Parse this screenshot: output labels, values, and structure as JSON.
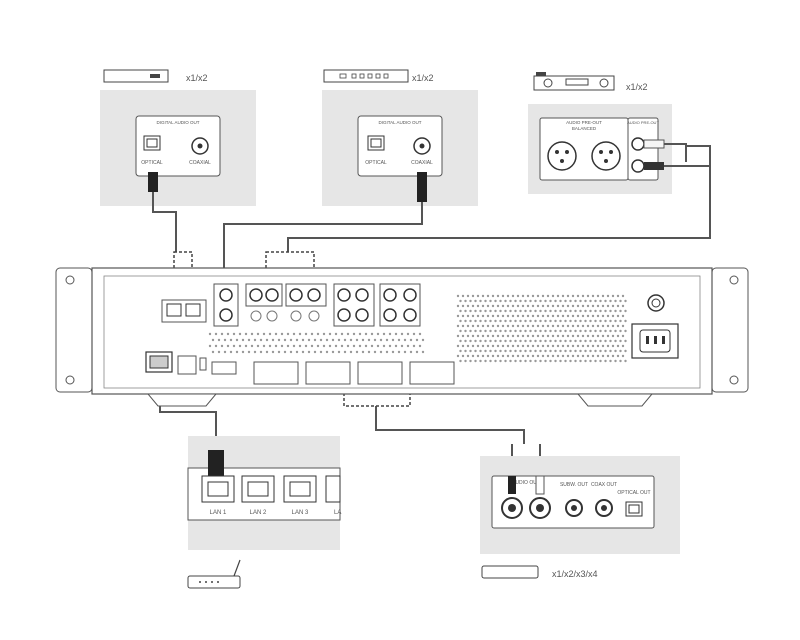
{
  "sources": {
    "source1": {
      "multiplier": "x1/x2",
      "panel_title": "DIGITAL AUDIO OUT",
      "port_optical": "OPTICAL",
      "port_coaxial": "COAXIAL"
    },
    "source2": {
      "multiplier": "x1/x2",
      "panel_title": "DIGITAL AUDIO OUT",
      "port_optical": "OPTICAL",
      "port_coaxial": "COAXIAL"
    },
    "source3": {
      "multiplier": "x1/x2",
      "panel_title": "AUDIO PRE-OUT",
      "panel_subtitle": "BALANCED",
      "panel_side_title": "AUDIO PRE-OUT"
    }
  },
  "network": {
    "ports": [
      "LAN 1",
      "LAN 2",
      "LAN 3",
      "LA"
    ]
  },
  "output_device": {
    "multiplier": "x1/x2/x3/x4",
    "port_audio": "AUDIO OUT",
    "port_subw": "SUBW. OUT",
    "port_coax": "COAX OUT",
    "port_optical": "OPTICAL OUT"
  },
  "colors": {
    "panel_bg": "#e6e6e6",
    "cable": "#555555",
    "outline": "#333333"
  }
}
